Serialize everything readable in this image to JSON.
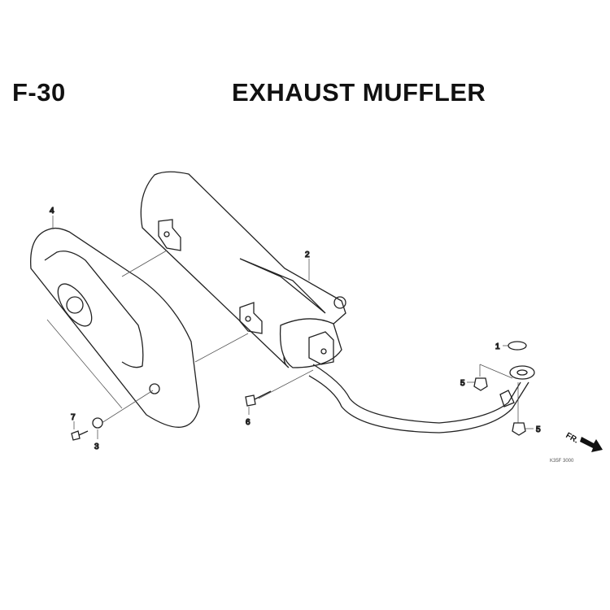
{
  "header": {
    "code": "F-30",
    "title": "EXHAUST MUFFLER"
  },
  "diagram": {
    "callouts": [
      "1",
      "2",
      "3",
      "4",
      "5",
      "5",
      "6",
      "7"
    ],
    "direction_label": "FR.",
    "drawing_number": "K35F 3000"
  }
}
